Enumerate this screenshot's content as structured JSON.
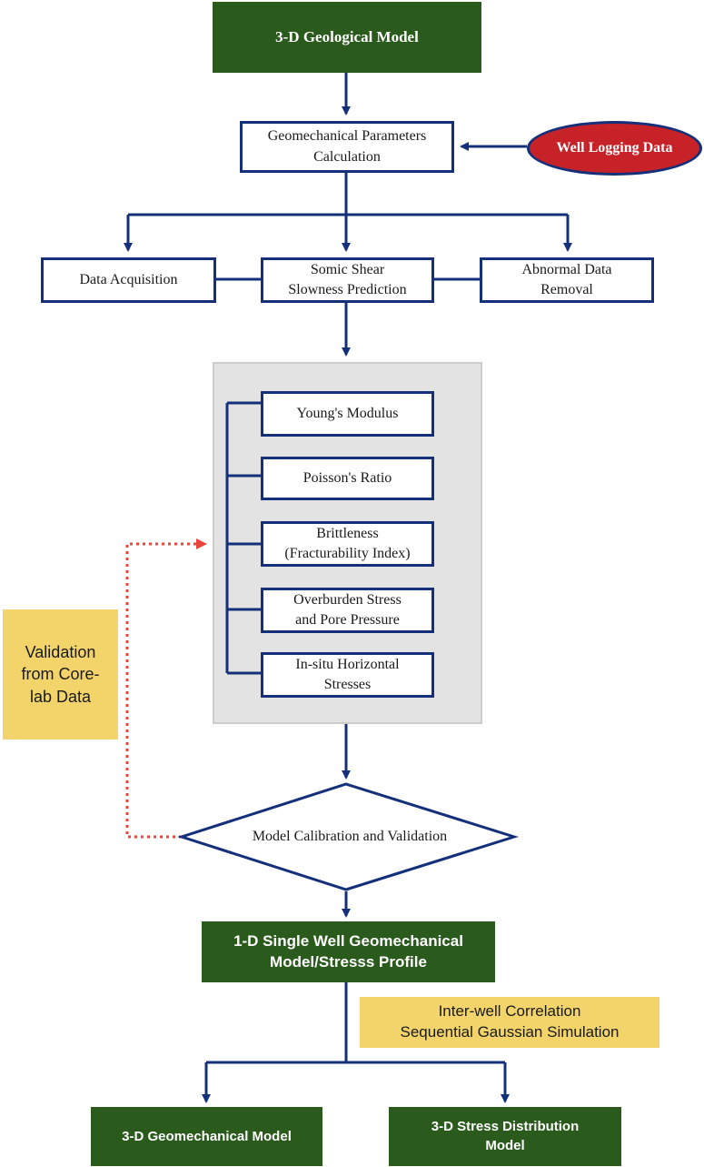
{
  "nodes": {
    "geological_model": "3-D Geological Model",
    "geomech_params": "Geomechanical Parameters\nCalculation",
    "well_logging": "Well Logging Data",
    "data_acquisition": "Data Acquisition",
    "somic_shear": "Somic Shear\nSlowness Prediction",
    "abnormal_data": "Abnormal Data\nRemoval",
    "youngs_modulus": "Young's Modulus",
    "poissons_ratio": "Poisson's Ratio",
    "brittleness": "Brittleness\n(Fracturability Index)",
    "overburden": "Overburden Stress\nand Pore Pressure",
    "insitu": "In-situ Horizontal\nStresses",
    "validation_core": "Validation\nfrom Core-\nlab Data",
    "model_calibration": "Model Calibration and Validation",
    "single_well": "1-D Single Well Geomechanical\nModel/Stresss Profile",
    "interwell": "Inter-well Correlation\nSequential Gaussian Simulation",
    "geomech_3d": "3-D Geomechanical Model",
    "stress_3d": "3-D Stress Distribution\nModel"
  },
  "colors": {
    "green": "#2b5a1d",
    "navy": "#14307a",
    "red": "#c62228",
    "yellow": "#f2d46b",
    "gray": "#e3e3e3",
    "dotted": "#e8463a"
  }
}
